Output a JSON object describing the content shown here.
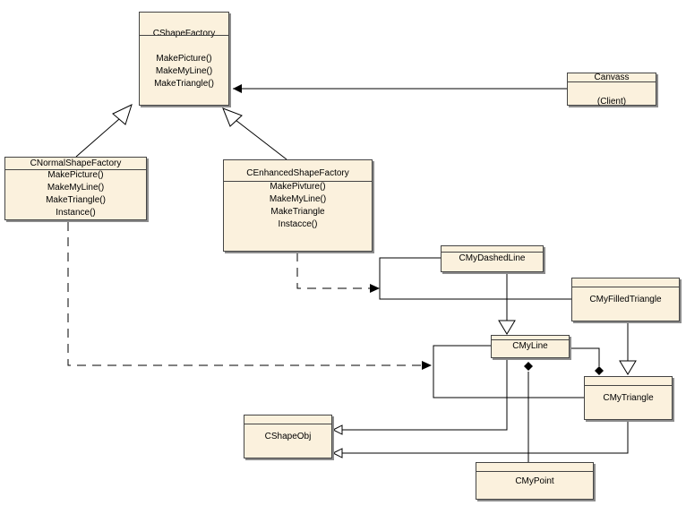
{
  "classes": {
    "shape_factory": {
      "name": "CShapeFactory",
      "operations": [
        "MakePicture()",
        "MakeMyLine()",
        "MakeTriangle()"
      ]
    },
    "canvass": {
      "name": "Canvass",
      "note": "(Client)"
    },
    "normal_factory": {
      "name": "CNormalShapeFactory",
      "operations": [
        "MakePicture()",
        "MakeMyLine()",
        "MakeTriangle()",
        "Instance()"
      ]
    },
    "enhanced_factory": {
      "name": "CEnhancedShapeFactory",
      "operations": [
        "MakePivture()",
        "MakeMyLine()",
        "MakeTriangle",
        "Instacce()"
      ]
    },
    "dashed_line": {
      "name": "CMyDashedLine"
    },
    "filled_triangle": {
      "name": "CMyFilledTriangle"
    },
    "my_line": {
      "name": "CMyLine"
    },
    "my_triangle": {
      "name": "CMyTriangle"
    },
    "shape_obj": {
      "name": "CShapeObj"
    },
    "my_point": {
      "name": "CMyPoint"
    }
  },
  "colors": {
    "class_fill": "#fbf1dd",
    "class_border": "#444444",
    "shadow": "#8c8c8c",
    "line": "#000000"
  }
}
